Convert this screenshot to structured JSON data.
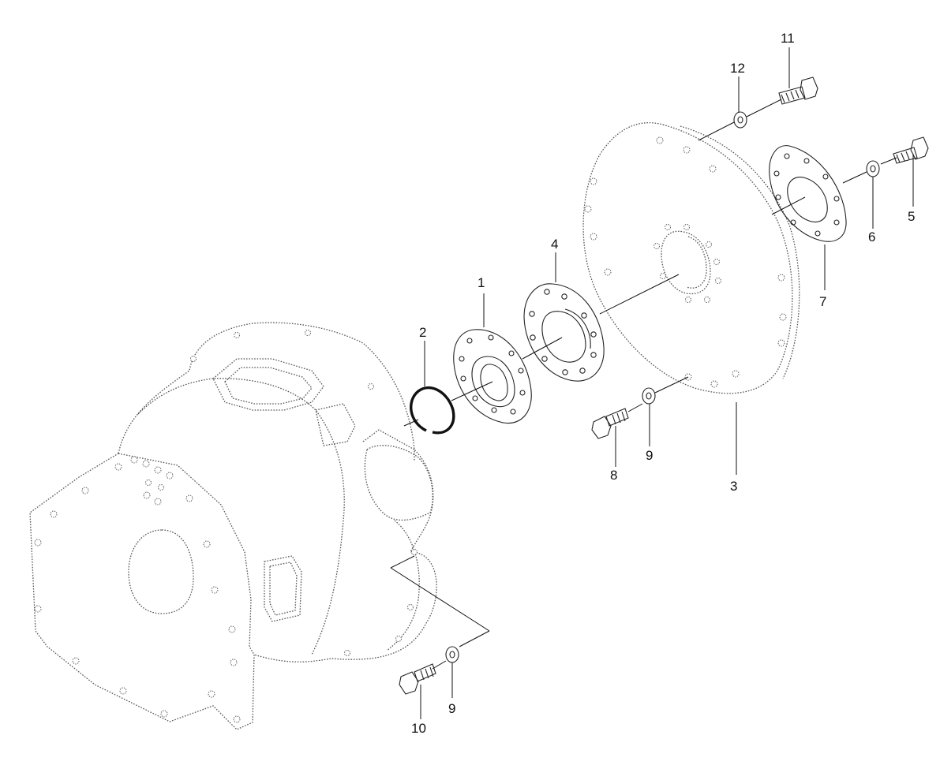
{
  "callouts": [
    {
      "id": "c1",
      "label": "1"
    },
    {
      "id": "c2",
      "label": "2"
    },
    {
      "id": "c3",
      "label": "3"
    },
    {
      "id": "c4",
      "label": "4"
    },
    {
      "id": "c5",
      "label": "5"
    },
    {
      "id": "c6",
      "label": "6"
    },
    {
      "id": "c7",
      "label": "7"
    },
    {
      "id": "c8",
      "label": "8"
    },
    {
      "id": "c9a",
      "label": "9"
    },
    {
      "id": "c9b",
      "label": "9"
    },
    {
      "id": "c10",
      "label": "10"
    },
    {
      "id": "c11",
      "label": "11"
    },
    {
      "id": "c12",
      "label": "12"
    }
  ],
  "colors": {
    "line": "#222222",
    "background": "#ffffff"
  }
}
